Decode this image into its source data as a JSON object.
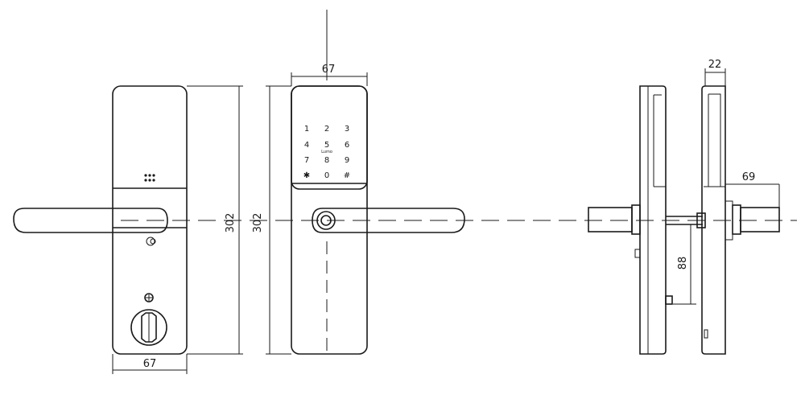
{
  "dimensions": {
    "back_width": "67",
    "back_height": "302",
    "front_width": "67",
    "front_height": "302",
    "side_thickness": "22",
    "handle_depth": "69",
    "spindle_offset": "88"
  },
  "keypad": {
    "keys": [
      "1",
      "2",
      "3",
      "4",
      "5",
      "6",
      "7",
      "8",
      "9",
      "✱",
      "0",
      "#"
    ],
    "small_label": "Lumo"
  }
}
